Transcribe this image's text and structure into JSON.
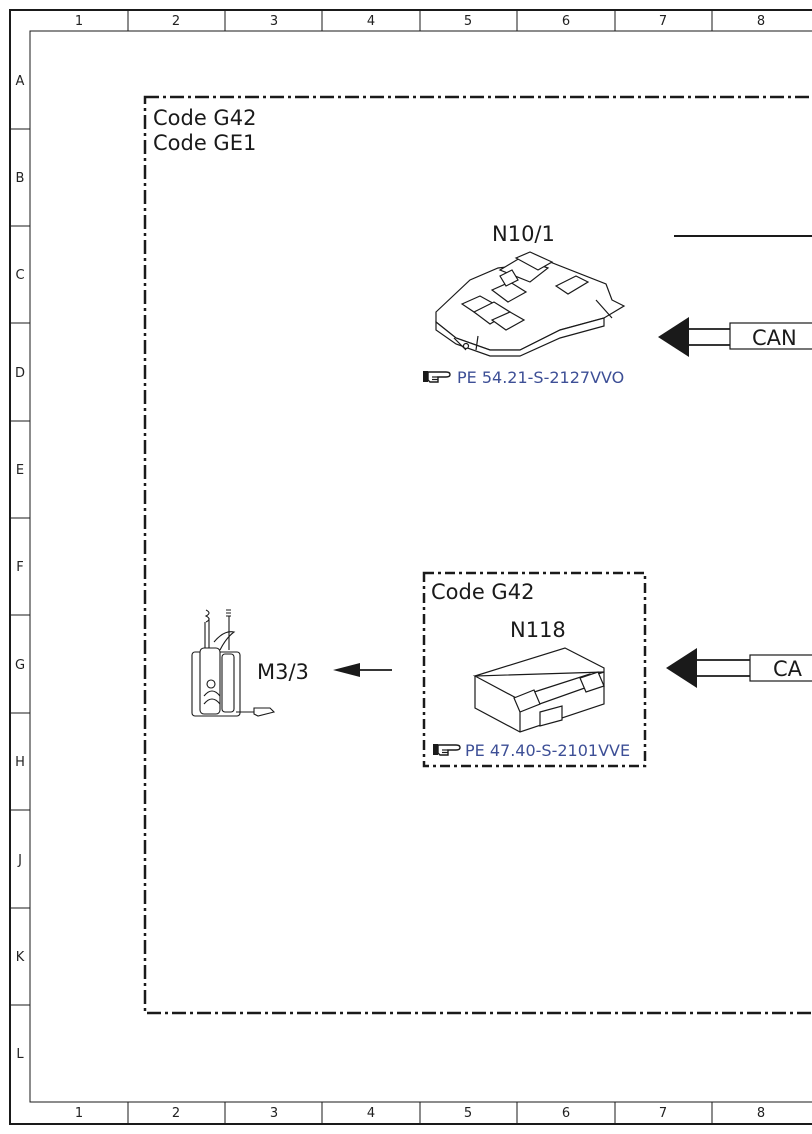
{
  "grid": {
    "columns": [
      "1",
      "2",
      "3",
      "4",
      "5",
      "6",
      "7",
      "8"
    ],
    "rows": [
      "A",
      "B",
      "C",
      "D",
      "E",
      "F",
      "G",
      "H",
      "J",
      "K",
      "L"
    ]
  },
  "outer_box": {
    "code_line_1": "Code G42",
    "code_line_2": "Code GE1"
  },
  "components": {
    "n10_1": {
      "name": "N10/1",
      "ref": "PE 54.21-S-2127VVO",
      "bus_label": "CAN"
    },
    "n118": {
      "box_code": "Code G42",
      "name": "N118",
      "ref": "PE 47.40-S-2101VVE",
      "bus_label": "CA"
    },
    "m3_3": {
      "name": "M3/3"
    }
  },
  "colors": {
    "line": "#1a1a1a",
    "reference_link": "#3d4f96"
  }
}
